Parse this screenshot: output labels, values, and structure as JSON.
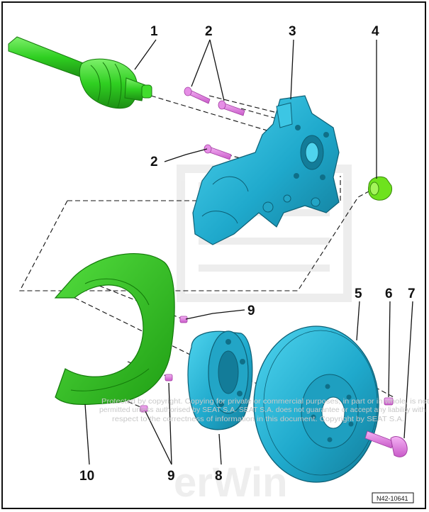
{
  "diagram": {
    "callouts": {
      "c1": "1",
      "c2a": "2",
      "c2b": "2",
      "c3": "3",
      "c4": "4",
      "c5": "5",
      "c6": "6",
      "c7": "7",
      "c8": "8",
      "c9a": "9",
      "c9b": "9",
      "c10": "10"
    },
    "watermark": {
      "line1": "Protected by copyright. Copying for private or commercial purposes, in part or in whole, is not",
      "line2": "permitted unless authorised by SEAT S.A. SEAT S.A. does not guarantee or accept any liability with",
      "line3": "respect to the correctness of information in this document. Copyright by SEAT S.A.",
      "logo_word": "erWin"
    },
    "figure_code": "N42-10641",
    "colors": {
      "drive_shaft": "#39d629",
      "bolt": "#e07ae0",
      "steel_part": "#1fb0d0",
      "splash_plate": "#33cc22",
      "bushing": "#77ee22"
    }
  }
}
